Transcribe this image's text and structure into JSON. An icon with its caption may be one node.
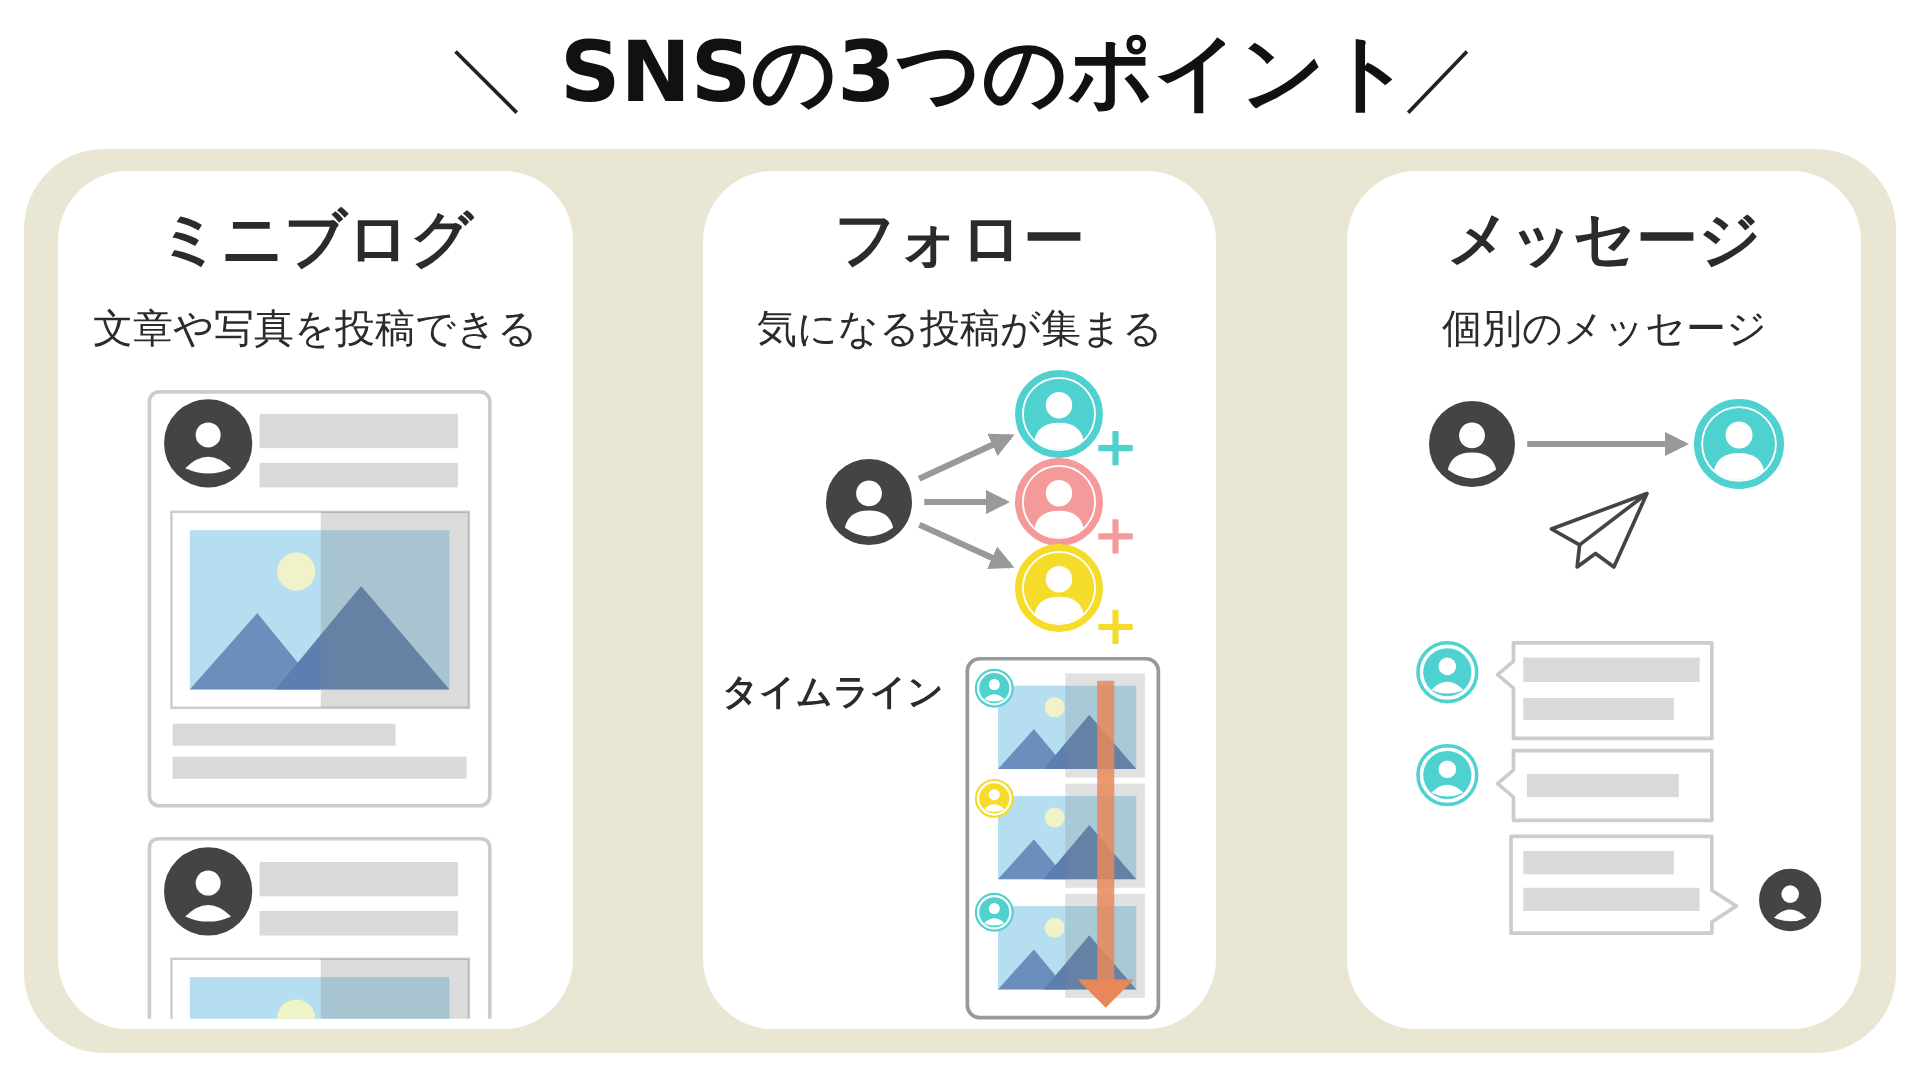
{
  "diagram": {
    "title": "SNSの3つのポイント",
    "nodes": [
      {
        "text": [
          "ミニブログ",
          "文章や写真を投稿できる"
        ]
      },
      {
        "text": [
          "フォロー",
          "気になる投稿が集まる"
        ]
      },
      {
        "text": [
          "メッセージ",
          "個別のメッセージ"
        ]
      },
      {
        "text": [],
        "shape": "person",
        "in": 1
      },
      {
        "text": [],
        "shape": "person",
        "in": 1
      },
      {
        "text": [],
        "shape": "person",
        "in": 1
      },
      {
        "text": [],
        "shape": "person",
        "in": 1
      },
      {
        "text": [],
        "shape": "person",
        "in": 2
      },
      {
        "text": [],
        "shape": "person",
        "in": 2
      }
    ],
    "edges": [
      {
        "from": 3,
        "to": 4,
        "arrow": "to"
      },
      {
        "from": 3,
        "to": 5,
        "arrow": "to"
      },
      {
        "from": 3,
        "to": 6,
        "arrow": "to"
      },
      {
        "from": 7,
        "to": 8,
        "arrow": "to"
      }
    ],
    "labels": [
      "タイムライン"
    ]
  }
}
